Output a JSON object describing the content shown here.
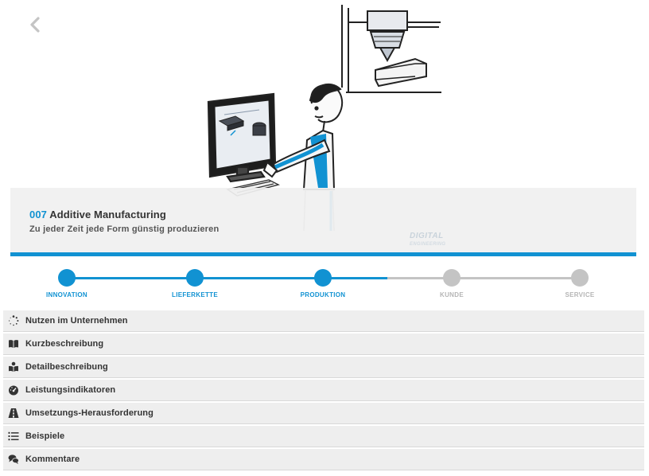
{
  "header": {
    "number": "007",
    "title": "Additive Manufacturing",
    "subtitle": "Zu jeder Zeit jede Form günstig produzieren",
    "brand": "DIGITAL",
    "brand_sub": "ENGINEERING"
  },
  "colors": {
    "accent": "#1192d2",
    "inactive": "#c4c4c4",
    "inactive_text": "#b5b5b5"
  },
  "stepper": {
    "steps": [
      {
        "label": "INNOVATION",
        "active": true
      },
      {
        "label": "LIEFERKETTE",
        "active": true
      },
      {
        "label": "PRODUKTION",
        "active": true
      },
      {
        "label": "KUNDE",
        "active": false
      },
      {
        "label": "SERVICE",
        "active": false
      }
    ]
  },
  "accordion": {
    "items": [
      {
        "label": "Nutzen im Unternehmen",
        "icon": "spinner-icon"
      },
      {
        "label": "Kurzbeschreibung",
        "icon": "book-icon"
      },
      {
        "label": "Detailbeschreibung",
        "icon": "reader-icon"
      },
      {
        "label": "Leistungsindikatoren",
        "icon": "dashboard-icon"
      },
      {
        "label": "Umsetzungs-Herausforderung",
        "icon": "road-icon"
      },
      {
        "label": "Beispiele",
        "icon": "list-icon"
      },
      {
        "label": "Kommentare",
        "icon": "comments-icon"
      }
    ]
  }
}
